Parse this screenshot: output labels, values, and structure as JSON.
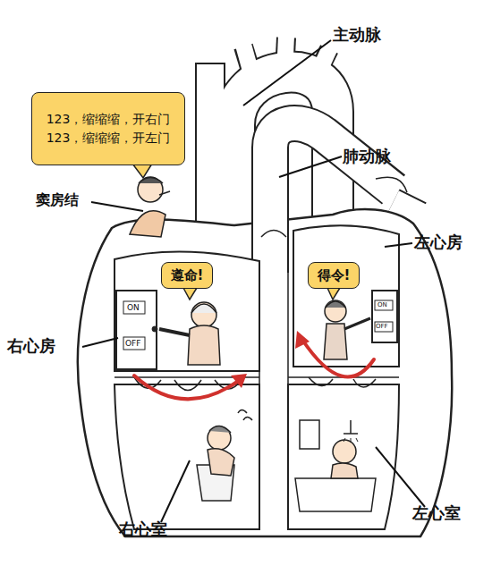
{
  "diagram": {
    "nodes": [
      {
        "text": [
          "123，缩缩缩，开右门",
          "123，缩缩缩，开左门"
        ]
      },
      {
        "text": [
          "遵命!"
        ]
      },
      {
        "text": [
          "得令!"
        ]
      }
    ],
    "labels": [
      "主动脉",
      "肺动脉",
      "窦房结",
      "左心房",
      "右心房",
      "右心室",
      "左心室",
      "ON",
      "OFF",
      "ON",
      "OFF"
    ]
  }
}
